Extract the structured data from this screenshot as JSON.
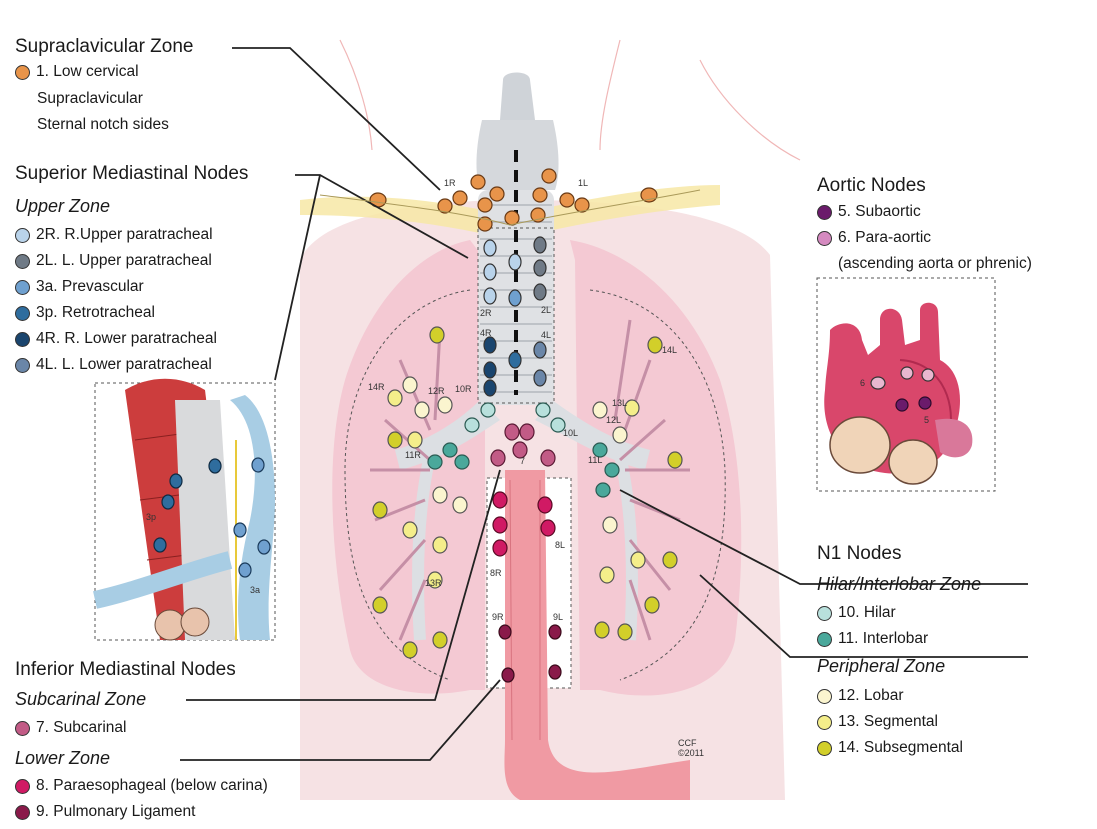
{
  "colors": {
    "station1": "#e8944a",
    "station2R": "#b9d3ea",
    "station2L": "#6f7a86",
    "station3a": "#6fa0cf",
    "station3p": "#2f6d9e",
    "station4R": "#1a456e",
    "station4L": "#6a86a8",
    "station5": "#6b1b6b",
    "station6": "#d58ac0",
    "station7": "#c25b86",
    "station8": "#d01a64",
    "station9": "#8a1a4a",
    "station10": "#b8e0dc",
    "station11": "#4aa89b",
    "station12": "#fbf5cf",
    "station13": "#f4ee8a",
    "station14": "#d2cf2a"
  },
  "supraclavicular": {
    "title": "Supraclavicular Zone",
    "item": "1. Low cervical",
    "line2": "Supraclavicular",
    "line3": "Sternal notch sides"
  },
  "superior": {
    "title": "Superior Mediastinal Nodes",
    "zone": "Upper Zone",
    "items": [
      "2R. R.Upper paratracheal",
      "2L. L. Upper paratracheal",
      "3a. Prevascular",
      "3p. Retrotracheal",
      "4R. R. Lower paratracheal",
      "4L. L. Lower paratracheal"
    ]
  },
  "aortic": {
    "title": "Aortic Nodes",
    "items": [
      "5. Subaortic",
      "6. Para-aortic"
    ],
    "note": "(ascending aorta or phrenic)"
  },
  "n1": {
    "title": "N1 Nodes",
    "zone1": "Hilar/Interlobar Zone",
    "zone1_items": [
      "10. Hilar",
      "11. Interlobar"
    ],
    "zone2": "Peripheral Zone",
    "zone2_items": [
      "12. Lobar",
      "13. Segmental",
      "14. Subsegmental"
    ]
  },
  "inferior": {
    "title": "Inferior Mediastinal Nodes",
    "zone1": "Subcarinal Zone",
    "zone1_item": "7. Subcarinal",
    "zone2": "Lower Zone",
    "zone2_items": [
      "8. Paraesophageal (below carina)",
      "9. Pulmonary Ligament"
    ]
  },
  "diagram_labels": {
    "l1R": "1R",
    "l1L": "1L",
    "l2R": "2R",
    "l2L": "2L",
    "l4R": "4R",
    "l4L": "4L",
    "l10R": "10R",
    "l10L": "10L",
    "l11R": "11R",
    "l11L": "11L",
    "l12R": "12R",
    "l12L": "12L",
    "l13R": "13R",
    "l13L": "13L",
    "l14R": "14R",
    "l14L": "14L",
    "l7": "7",
    "l8R": "8R",
    "l8L": "8L",
    "l9R": "9R",
    "l9L": "9L",
    "l3p": "3p",
    "l3a": "3a",
    "l5": "5",
    "l6": "6",
    "credit1": "CCF",
    "credit2": "©2011"
  }
}
